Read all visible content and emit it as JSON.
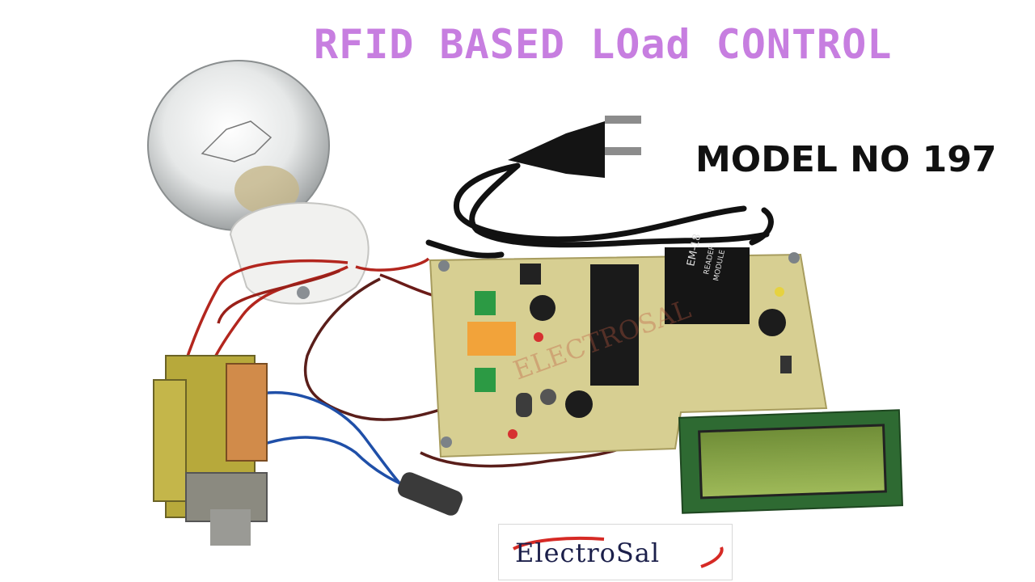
{
  "title": "RFID BASED LOad CONTROL",
  "model": "MODEL NO 197",
  "module_labels": {
    "chip_line1": "EM-18",
    "chip_line2": "READER",
    "chip_line3": "MODULE"
  },
  "brand": "ElectroSal",
  "watermark": "ELECTROSAL",
  "colors": {
    "title": "#c77ee0",
    "model": "#111111",
    "pcb": "#d7cf92",
    "brand_navy": "#1b1f4a",
    "brand_red": "#d62a25"
  }
}
